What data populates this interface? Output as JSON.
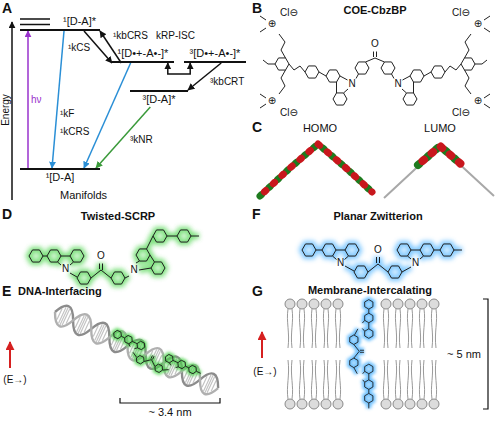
{
  "diagram": {
    "nodes": [
      {
        "text": [
          "¹[D-A]*"
        ]
      },
      {
        "text": [
          "¹[D•+-A•-]*"
        ]
      },
      {
        "text": [
          "³[D•+-A•-]*"
        ]
      },
      {
        "text": [
          "³[D-A]*"
        ]
      },
      {
        "text": [
          "¹[D-A]"
        ]
      }
    ],
    "edges": [
      {
        "from": 4,
        "to": 0,
        "arrow": "to",
        "label": "hν"
      },
      {
        "from": 0,
        "to": 1,
        "arrow": "to",
        "label": "¹kCS"
      },
      {
        "from": 1,
        "to": 0,
        "arrow": "to",
        "label": "¹kbCRS"
      },
      {
        "from": 1,
        "to": 2,
        "arrow": "both",
        "label": "kRP-ISC"
      },
      {
        "from": 2,
        "to": 3,
        "arrow": "to",
        "label": "³kbCRT"
      },
      {
        "from": 0,
        "to": 4,
        "arrow": "to",
        "label": "¹kF"
      },
      {
        "from": 1,
        "to": 4,
        "arrow": "to",
        "label": "¹kCRS"
      },
      {
        "from": 3,
        "to": 4,
        "arrow": "to",
        "label": "³kNR"
      }
    ],
    "labels": [
      "A",
      "Energy",
      "Manifolds",
      "B",
      "COE-CbzBP",
      "O",
      "N",
      "N",
      "⊕",
      "Cl⊖",
      "⊕",
      "Cl⊖",
      "⊕",
      "Cl⊖",
      "⊕",
      "Cl⊖",
      "C",
      "HOMO",
      "LUMO",
      "D",
      "Twisted-SCRP",
      "O",
      "N",
      "N",
      "E",
      "DNA-Interfacing",
      "(E→)",
      "~ 3.4 nm",
      "F",
      "Planar Zwitterion",
      "O",
      "N",
      "N",
      "G",
      "Membrane-Intercalating",
      "(E→)",
      "~ 5 nm"
    ]
  }
}
